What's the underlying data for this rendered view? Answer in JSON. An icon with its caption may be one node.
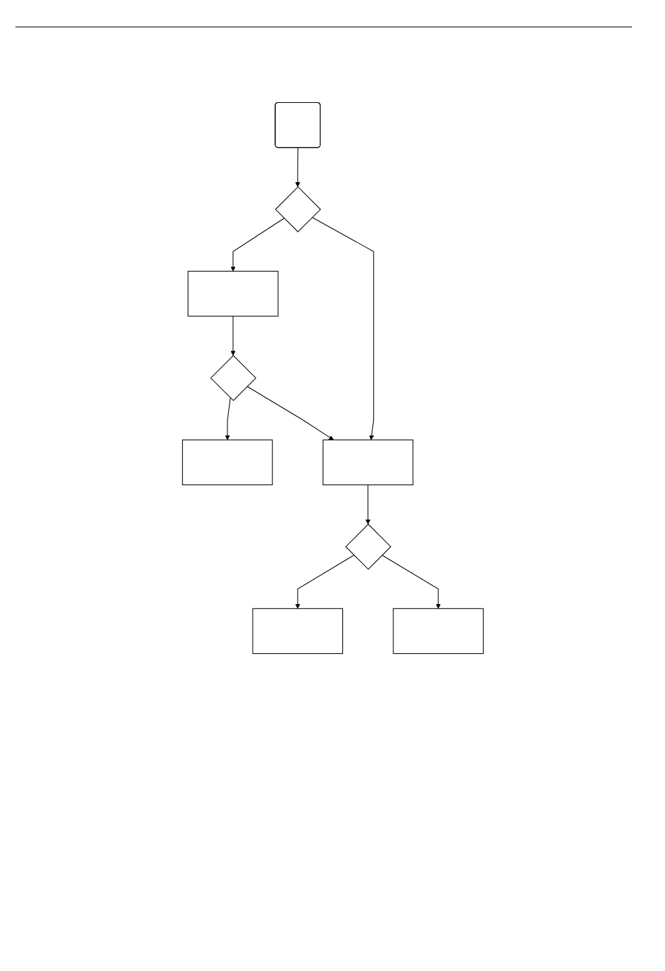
{
  "diagram": {
    "nodes": [
      {
        "text": [],
        "shape": "box"
      },
      {
        "text": [],
        "shape": "diamond"
      },
      {
        "text": [],
        "shape": "box"
      },
      {
        "text": [],
        "shape": "diamond"
      },
      {
        "text": [],
        "shape": "box"
      },
      {
        "text": [],
        "shape": "box"
      },
      {
        "text": [],
        "shape": "diamond"
      },
      {
        "text": [],
        "shape": "box"
      },
      {
        "text": [],
        "shape": "box"
      }
    ],
    "edges": [
      {
        "from": 0,
        "to": 1,
        "arrow": "to"
      },
      {
        "from": 1,
        "to": 2,
        "arrow": "to"
      },
      {
        "from": 1,
        "to": 5,
        "arrow": "to"
      },
      {
        "from": 2,
        "to": 3,
        "arrow": "to"
      },
      {
        "from": 3,
        "to": 4,
        "arrow": "to"
      },
      {
        "from": 3,
        "to": 5,
        "arrow": "to"
      },
      {
        "from": 5,
        "to": 6,
        "arrow": "to"
      },
      {
        "from": 6,
        "to": 7,
        "arrow": "to"
      },
      {
        "from": 6,
        "to": 8,
        "arrow": "to"
      }
    ]
  }
}
